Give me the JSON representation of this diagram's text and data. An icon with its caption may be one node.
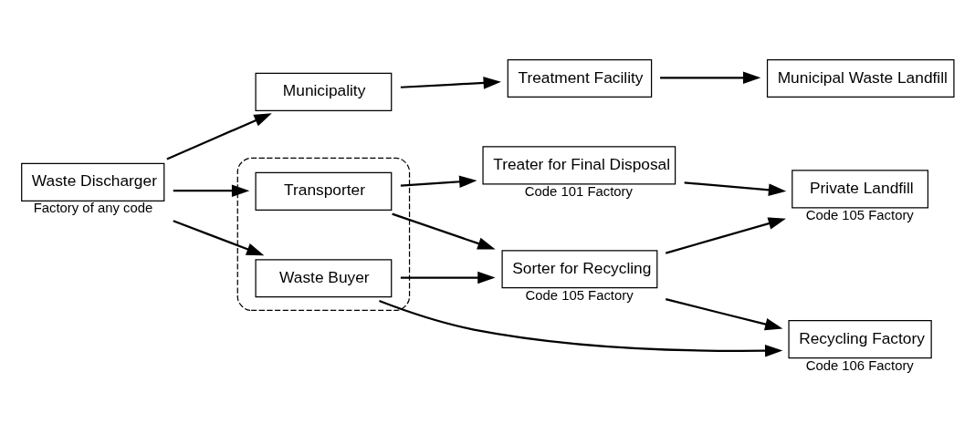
{
  "diagram": {
    "nodes": [
      {
        "text": [
          "Waste Discharger"
        ],
        "beside": [
          "Factory of any code"
        ]
      },
      {
        "text": [
          "Municipality"
        ]
      },
      {
        "text": [
          "Treatment Facility"
        ]
      },
      {
        "text": [
          "Municipal Waste Landfill"
        ]
      },
      {
        "text": [],
        "shape": "box"
      },
      {
        "text": [
          "Transporter"
        ],
        "in": 4
      },
      {
        "text": [
          "Waste Buyer"
        ],
        "in": 4
      },
      {
        "text": [
          "Treater for Final Disposal"
        ],
        "beside": [
          "Code 101 Factory"
        ]
      },
      {
        "text": [
          "Sorter for Recycling"
        ],
        "beside": [
          "Code 105 Factory"
        ]
      },
      {
        "text": [
          "Private Landfill"
        ],
        "beside": [
          "Code 105 Factory"
        ]
      },
      {
        "text": [
          "Recycling Factory"
        ],
        "beside": [
          "Code 106 Factory"
        ]
      }
    ],
    "edges": [
      {
        "from": 0,
        "to": 1,
        "arrow": "to"
      },
      {
        "from": 1,
        "to": 2,
        "arrow": "to"
      },
      {
        "from": 2,
        "to": 3,
        "arrow": "to"
      },
      {
        "from": 0,
        "to": 5,
        "arrow": "to"
      },
      {
        "from": 0,
        "to": 6,
        "arrow": "to"
      },
      {
        "from": 5,
        "to": 7,
        "arrow": "to"
      },
      {
        "from": 5,
        "to": 8,
        "arrow": "to"
      },
      {
        "from": 6,
        "to": 8,
        "arrow": "to"
      },
      {
        "from": 6,
        "to": 10,
        "arrow": "to"
      },
      {
        "from": 7,
        "to": 9,
        "arrow": "to"
      },
      {
        "from": 8,
        "to": 9,
        "arrow": "to"
      },
      {
        "from": 8,
        "to": 10,
        "arrow": "to"
      }
    ]
  }
}
